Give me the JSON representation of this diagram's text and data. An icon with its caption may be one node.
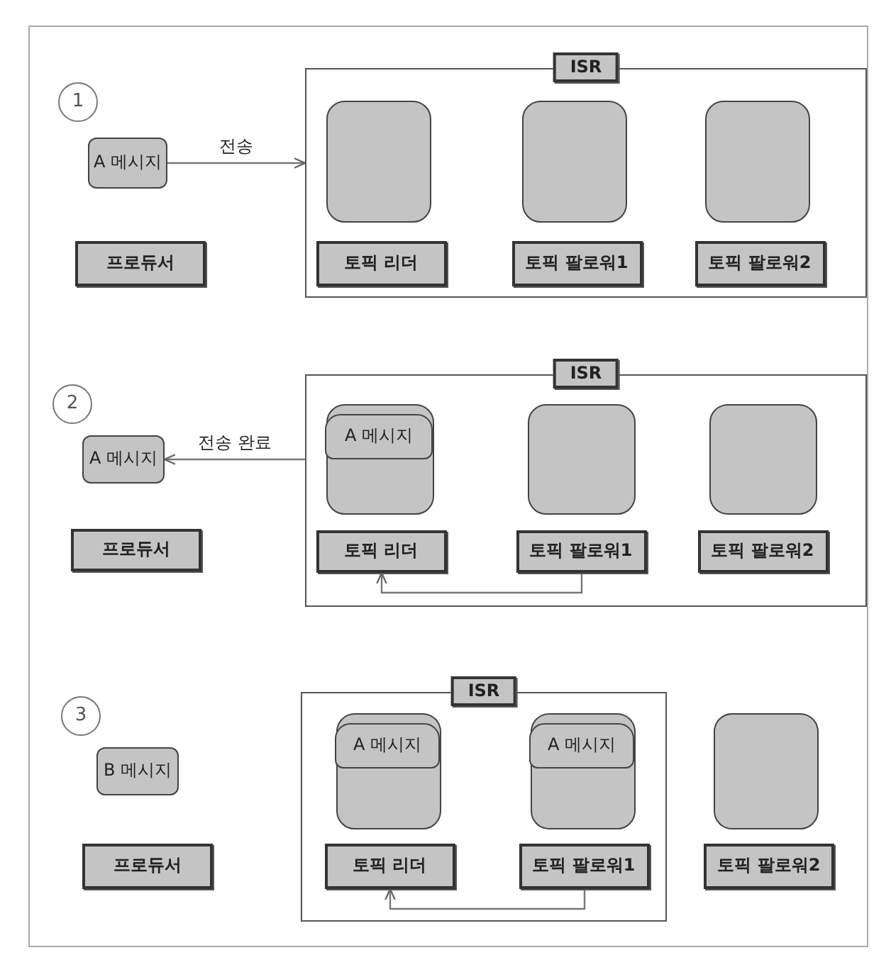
{
  "diagram": {
    "nodes": [
      {
        "text": [
          "1"
        ]
      },
      {
        "text": [
          "A 메시지"
        ]
      },
      {
        "text": [
          "프로듀서"
        ]
      },
      {
        "text": [
          "ISR"
        ]
      },
      {
        "text": [],
        "shape": "box",
        "in": 3
      },
      {
        "text": [
          "토픽 리더"
        ],
        "in": 3
      },
      {
        "text": [],
        "shape": "box",
        "in": 3
      },
      {
        "text": [
          "토픽 팔로워1"
        ],
        "in": 3
      },
      {
        "text": [],
        "shape": "box",
        "in": 3
      },
      {
        "text": [
          "토픽 팔로워2"
        ],
        "in": 3
      },
      {
        "text": [
          "2"
        ]
      },
      {
        "text": [
          "A 메시지"
        ]
      },
      {
        "text": [
          "프로듀서"
        ]
      },
      {
        "text": [
          "ISR"
        ]
      },
      {
        "text": [],
        "shape": "box",
        "in": 13
      },
      {
        "text": [
          "A 메시지"
        ],
        "in": 14
      },
      {
        "text": [
          "토픽 리더"
        ],
        "in": 13
      },
      {
        "text": [],
        "shape": "box",
        "in": 13
      },
      {
        "text": [
          "토픽 팔로워1"
        ],
        "in": 13
      },
      {
        "text": [],
        "shape": "box",
        "in": 13
      },
      {
        "text": [
          "토픽 팔로워2"
        ],
        "in": 13
      },
      {
        "text": [
          "3"
        ]
      },
      {
        "text": [
          "B 메시지"
        ]
      },
      {
        "text": [
          "프로듀서"
        ]
      },
      {
        "text": [
          "ISR"
        ]
      },
      {
        "text": [],
        "shape": "box",
        "in": 24
      },
      {
        "text": [
          "A 메시지"
        ],
        "in": 25
      },
      {
        "text": [
          "토픽 리더"
        ],
        "in": 24
      },
      {
        "text": [],
        "shape": "box",
        "in": 24
      },
      {
        "text": [
          "A 메시지"
        ],
        "in": 28
      },
      {
        "text": [
          "토픽 팔로워1"
        ],
        "in": 24
      },
      {
        "text": [],
        "shape": "box"
      },
      {
        "text": [
          "토픽 팔로워2"
        ]
      }
    ],
    "edges": [
      {
        "from": 1,
        "to": 3,
        "arrow": "to",
        "label": "전송"
      },
      {
        "from": 13,
        "to": 11,
        "arrow": "to",
        "label": "전송 완료"
      },
      {
        "from": 18,
        "to": 16,
        "arrow": "to"
      },
      {
        "from": 30,
        "to": 27,
        "arrow": "to"
      }
    ]
  }
}
